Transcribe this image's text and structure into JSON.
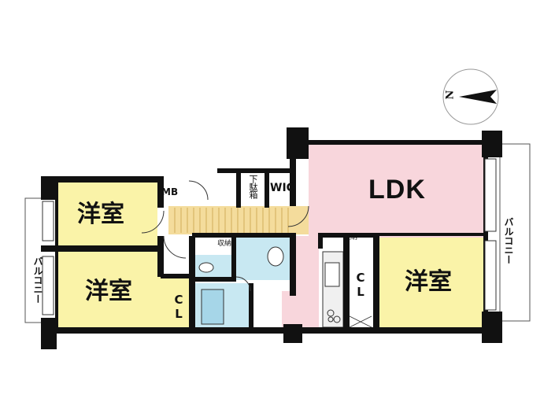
{
  "floor_plan": {
    "rooms": {
      "ldk": "LDK",
      "western_room_upper_left": "洋室",
      "western_room_lower_left": "洋室",
      "western_room_right": "洋室",
      "walk_in_closet": "WIC",
      "meter_box": "MB",
      "closet_left": "CL",
      "closet_right": "CL",
      "shoe_box": "下駄箱",
      "storage_washroom": "収納",
      "storage_kitchen": "収納"
    },
    "balconies": {
      "left": "バルコニー",
      "right": "バルコニー"
    },
    "compass": {
      "north_label": "N",
      "icon": "north-arrow-icon"
    },
    "colors": {
      "western_room": "#faf3a8",
      "ldk": "#f8d6dc",
      "wet_area": "#c8e8f2",
      "entrance": "#f4dc9c",
      "wall": "#111111"
    }
  }
}
